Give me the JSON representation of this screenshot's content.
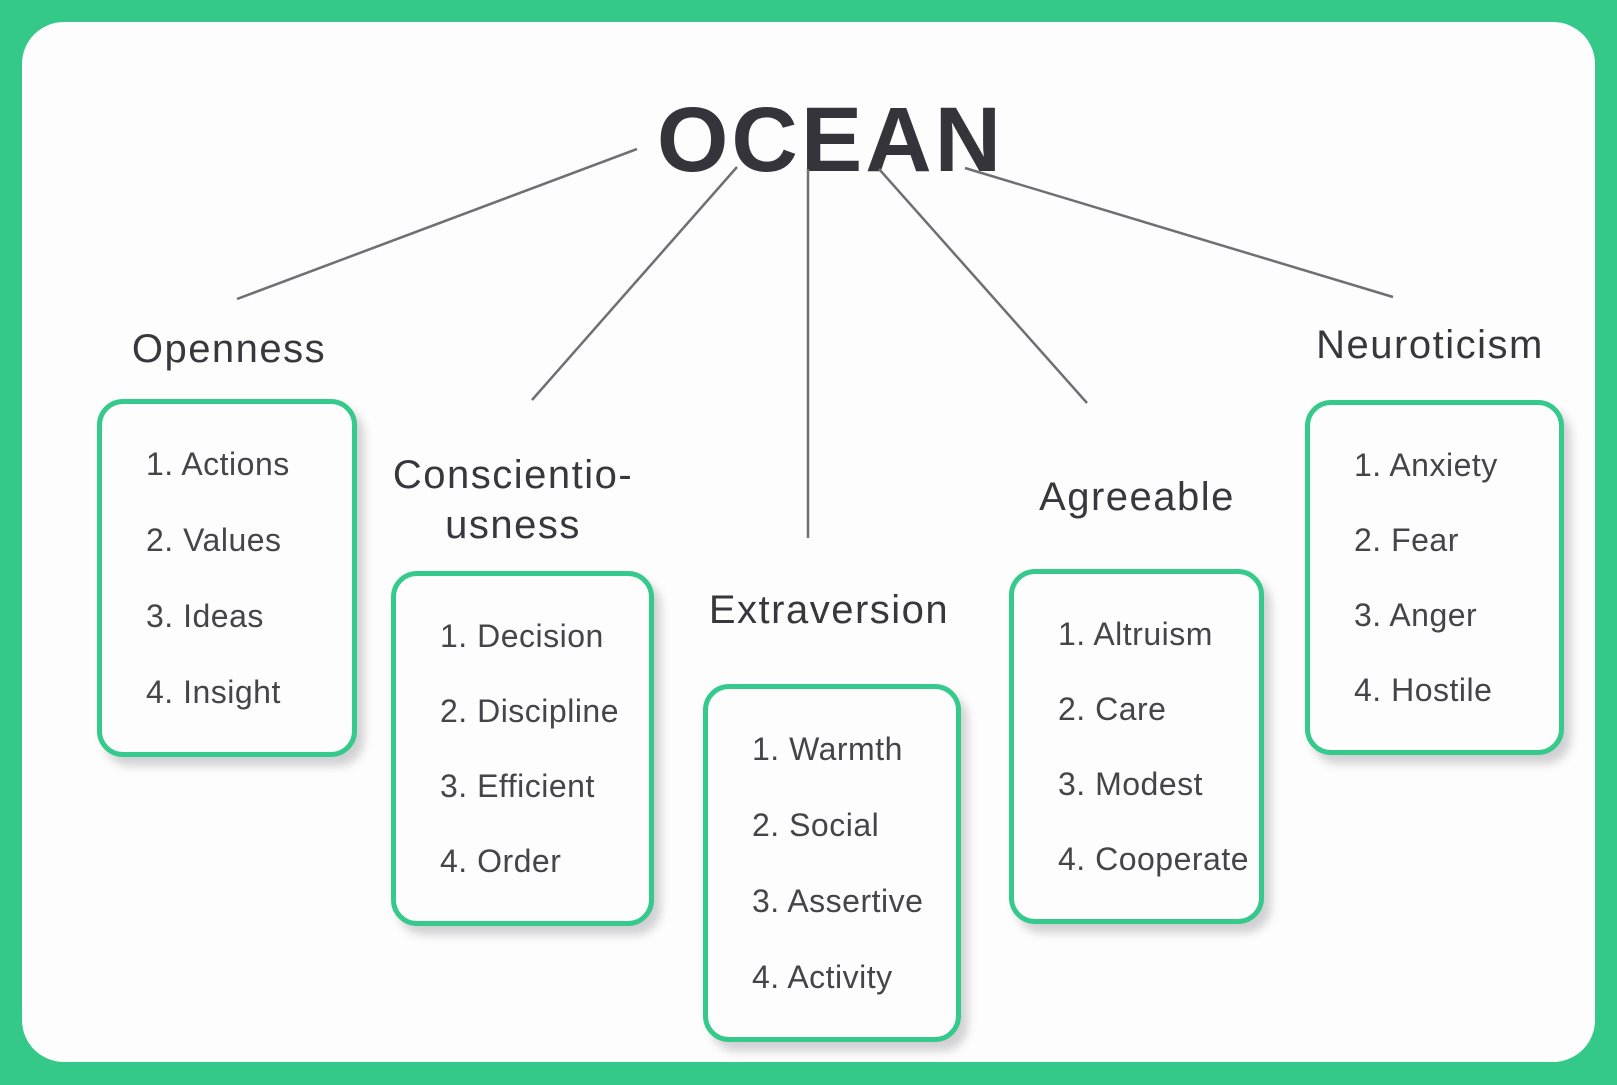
{
  "title": "OCEAN",
  "branches": [
    {
      "id": "openness",
      "label_lines": [
        "Openness"
      ],
      "items": [
        "1. Actions",
        "2. Values",
        "3. Ideas",
        "4. Insight"
      ]
    },
    {
      "id": "conscientiousness",
      "label_lines": [
        "Conscientio-",
        "usness"
      ],
      "items": [
        "1. Decision",
        "2. Discipline",
        "3. Efficient",
        "4. Order"
      ]
    },
    {
      "id": "extraversion",
      "label_lines": [
        "Extraversion"
      ],
      "items": [
        "1. Warmth",
        "2. Social",
        "3. Assertive",
        "4. Activity"
      ]
    },
    {
      "id": "agreeable",
      "label_lines": [
        "Agreeable"
      ],
      "items": [
        "1. Altruism",
        "2. Care",
        "3. Modest",
        "4. Cooperate"
      ]
    },
    {
      "id": "neuroticism",
      "label_lines": [
        "Neuroticism"
      ],
      "items": [
        "1. Anxiety",
        "2. Fear",
        "3. Anger",
        "4. Hostile"
      ]
    }
  ],
  "colors": {
    "frame_green": "#34c889",
    "box_border_green": "#36c98c",
    "title_text": "#35343a",
    "connector_gray": "#6f6e73"
  }
}
